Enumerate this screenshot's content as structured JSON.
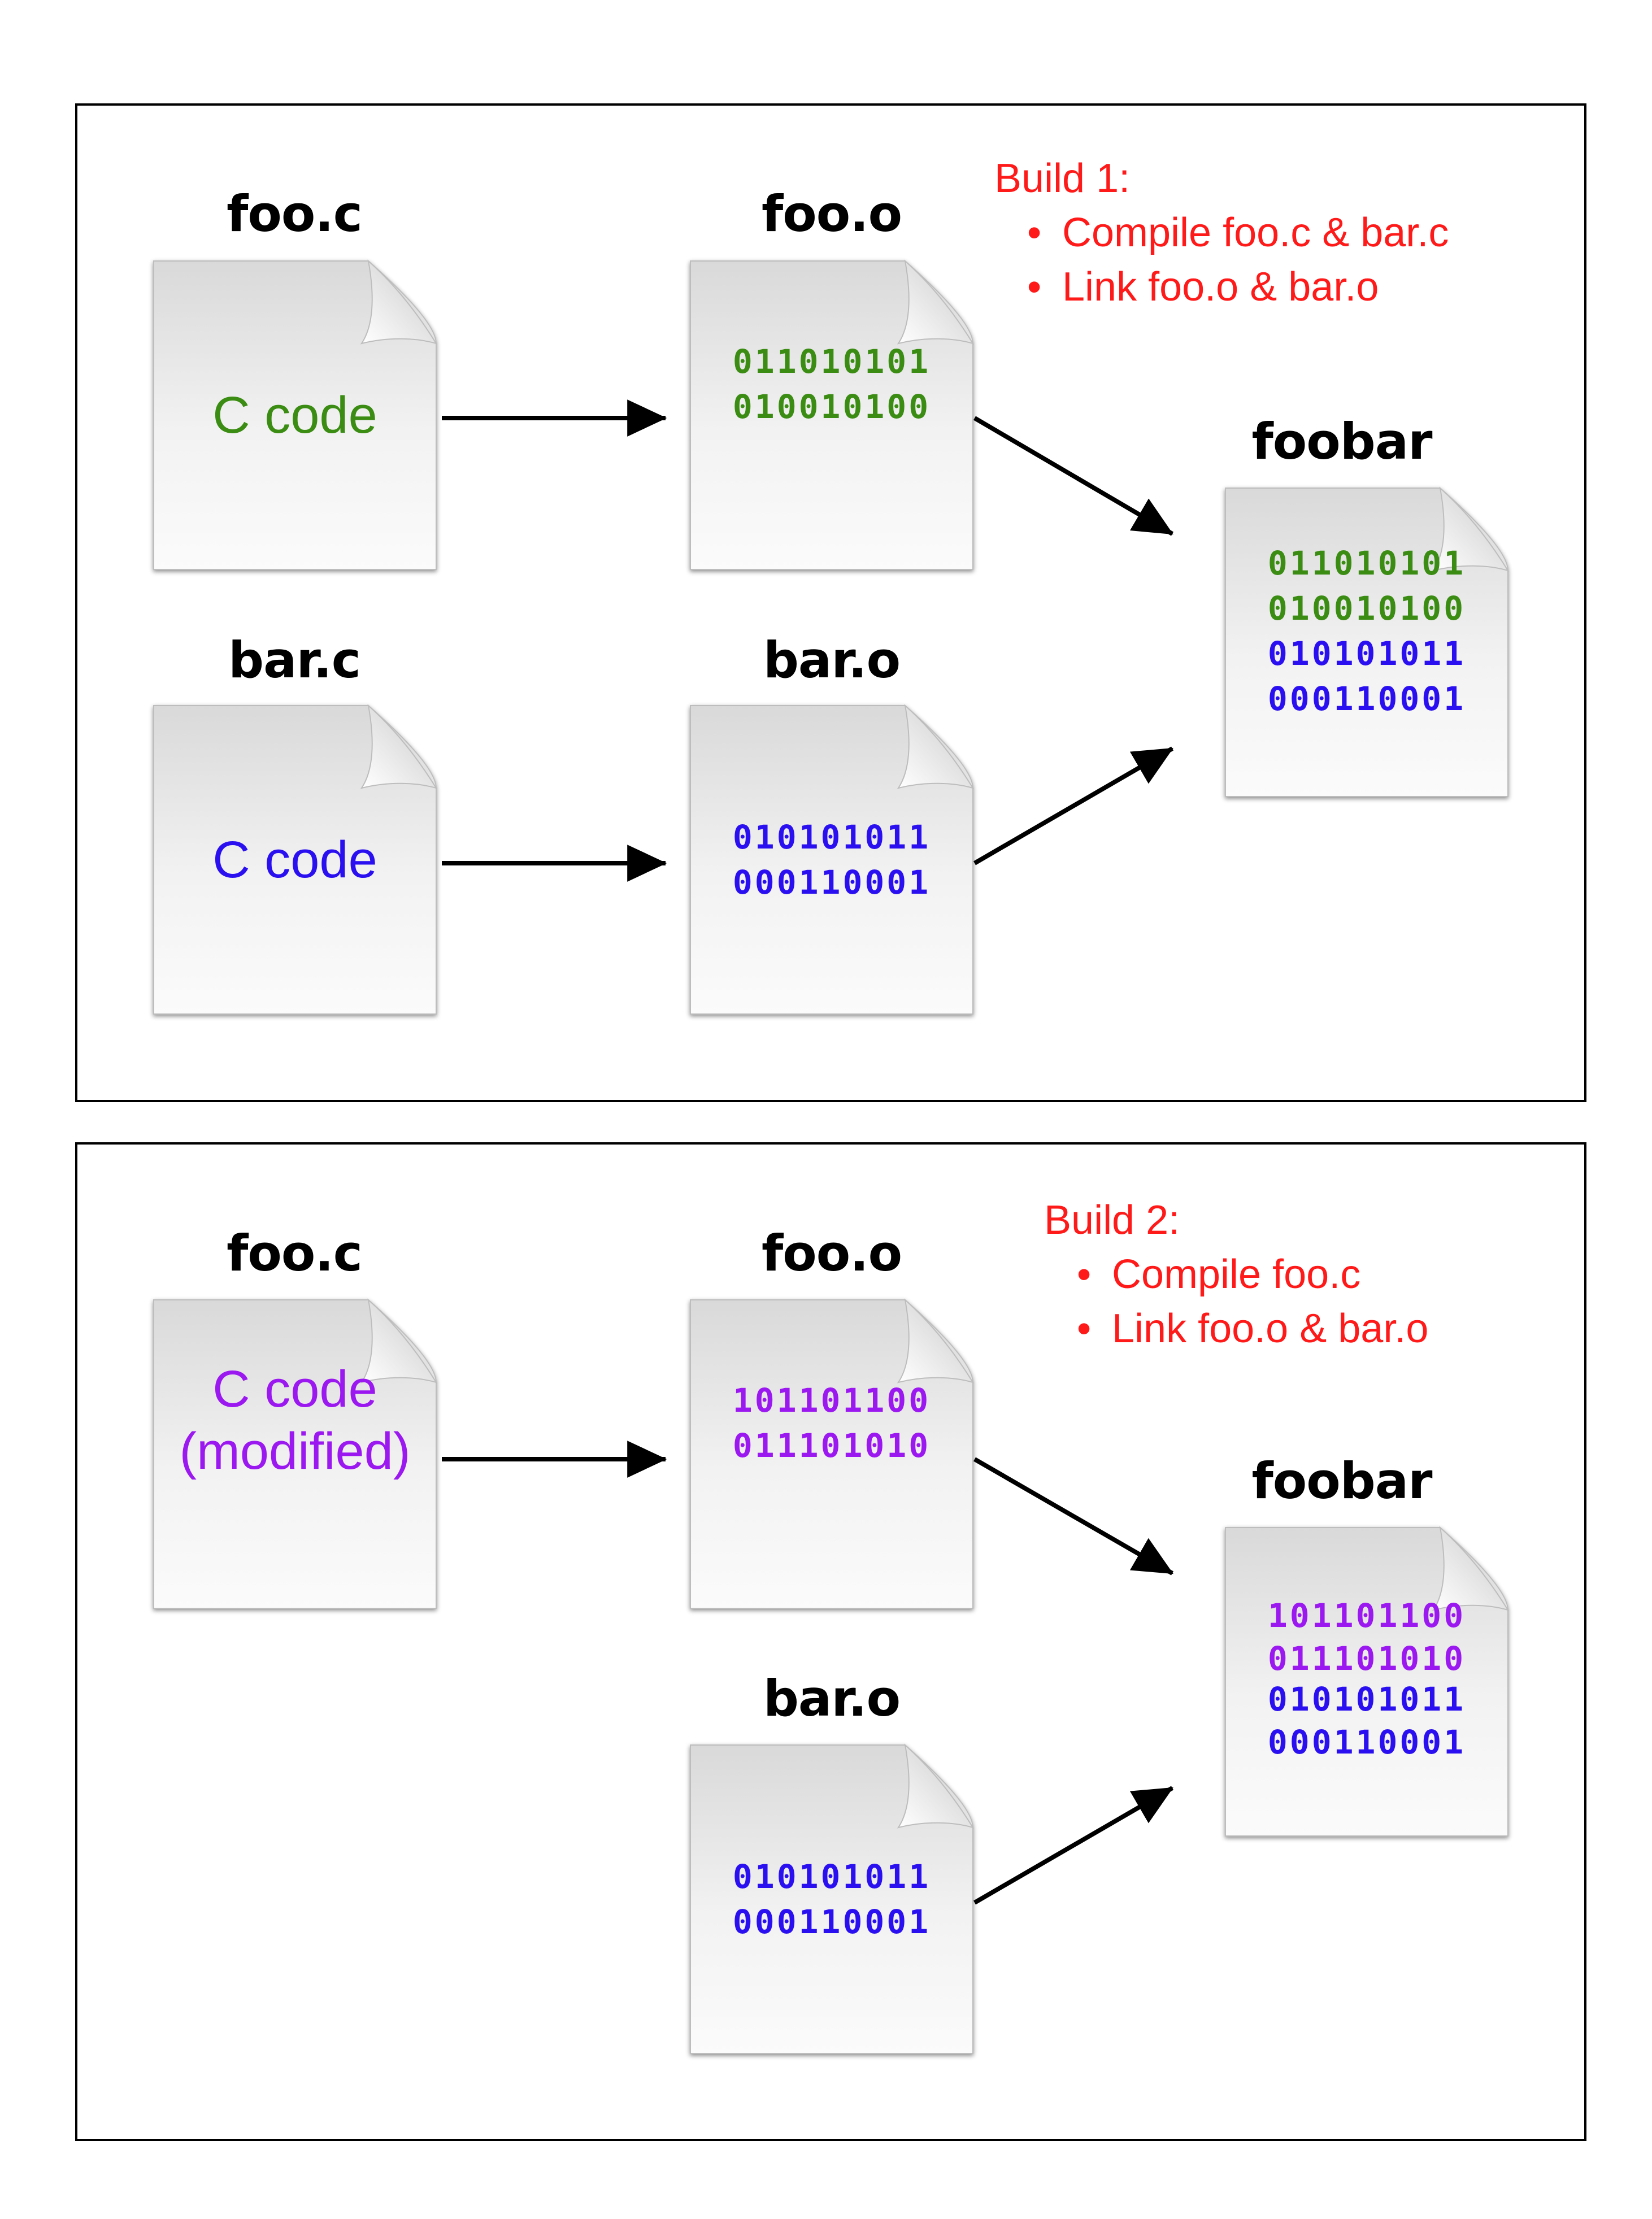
{
  "colors": {
    "green": "#3a8c12",
    "blue": "#2a10f0",
    "purple": "#9b18f0",
    "red": "#ff1a1a",
    "black": "#000000"
  },
  "build1": {
    "notes": {
      "title": "Build 1:",
      "steps": [
        "Compile foo.c & bar.c",
        "Link foo.o & bar.o"
      ]
    },
    "foo_c": {
      "name": "foo.c",
      "content": "C code"
    },
    "bar_c": {
      "name": "bar.c",
      "content": "C code"
    },
    "foo_o": {
      "name": "foo.o",
      "lines": [
        "011010101",
        "010010100"
      ]
    },
    "bar_o": {
      "name": "bar.o",
      "lines": [
        "010101011",
        "000110001"
      ]
    },
    "foobar": {
      "name": "foobar",
      "lines": [
        "011010101",
        "010010100",
        "010101011",
        "000110001"
      ]
    }
  },
  "build2": {
    "notes": {
      "title": "Build 2:",
      "steps": [
        "Compile foo.c",
        "Link foo.o & bar.o"
      ]
    },
    "foo_c": {
      "name": "foo.c",
      "content_line1": "C code",
      "content_line2": "(modified)"
    },
    "foo_o": {
      "name": "foo.o",
      "lines": [
        "101101100",
        "011101010"
      ]
    },
    "bar_o": {
      "name": "bar.o",
      "lines": [
        "010101011",
        "000110001"
      ]
    },
    "foobar": {
      "name": "foobar",
      "lines": [
        "101101100",
        "011101010",
        "010101011",
        "000110001"
      ]
    }
  }
}
